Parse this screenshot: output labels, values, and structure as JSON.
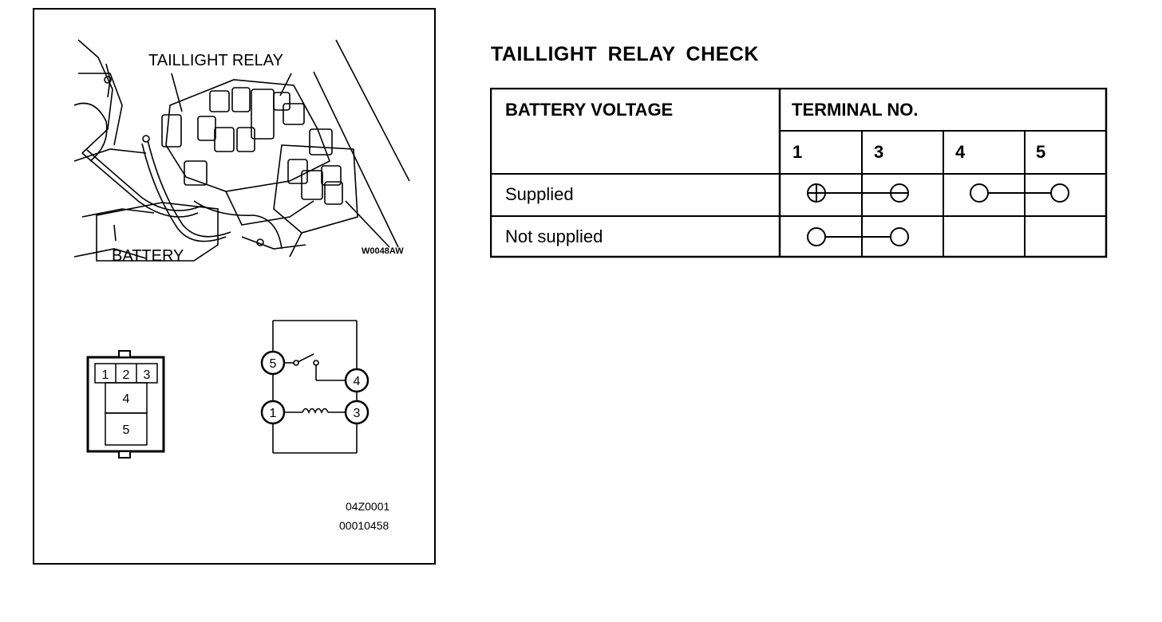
{
  "title": "TAILLIGHT RELAY CHECK",
  "illustration": {
    "relay_label": "TAILLIGHT RELAY",
    "battery_label": "BATTERY",
    "code": "W0048AW"
  },
  "connector": {
    "terminals": [
      "1",
      "2",
      "3",
      "4",
      "5"
    ]
  },
  "schematic": {
    "terminals": [
      "5",
      "4",
      "1",
      "3"
    ]
  },
  "codes": [
    "04Z0001",
    "00010458"
  ],
  "table": {
    "col_header_voltage": "BATTERY VOLTAGE",
    "col_header_terminal": "TERMINAL NO.",
    "terminals": [
      "1",
      "3",
      "4",
      "5"
    ],
    "rows": [
      {
        "label": "Supplied",
        "connections": [
          {
            "from": "1",
            "to": "3",
            "from_symbol": "plus",
            "to_symbol": "minus"
          },
          {
            "from": "4",
            "to": "5",
            "from_symbol": "open",
            "to_symbol": "open"
          }
        ]
      },
      {
        "label": "Not supplied",
        "connections": [
          {
            "from": "1",
            "to": "3",
            "from_symbol": "open",
            "to_symbol": "open"
          }
        ]
      }
    ]
  }
}
